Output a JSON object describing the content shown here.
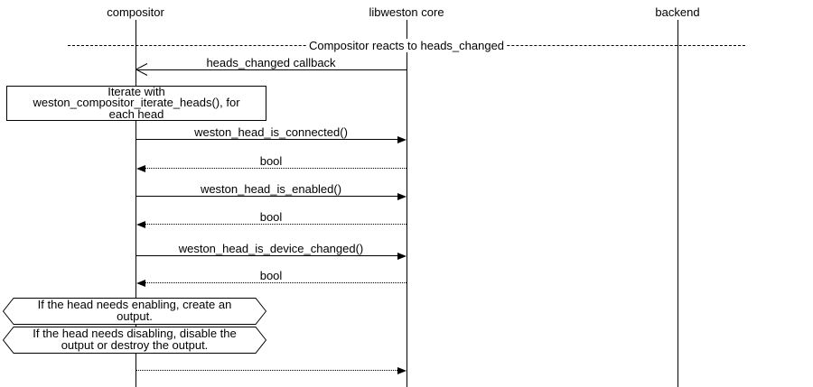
{
  "participants": [
    {
      "label": "compositor"
    },
    {
      "label": "libweston core"
    },
    {
      "label": "backend"
    }
  ],
  "divider": {
    "label": "Compositor reacts to heads_changed"
  },
  "messages": [
    {
      "label": "heads_changed callback",
      "from": "libweston core",
      "to": "compositor",
      "line": "solid",
      "arrowhead": "open"
    },
    {
      "label": "weston_head_is_connected()",
      "from": "compositor",
      "to": "libweston core",
      "line": "solid",
      "arrowhead": "filled"
    },
    {
      "label": "bool",
      "from": "libweston core",
      "to": "compositor",
      "line": "dotted",
      "arrowhead": "filled"
    },
    {
      "label": "weston_head_is_enabled()",
      "from": "compositor",
      "to": "libweston core",
      "line": "solid",
      "arrowhead": "filled"
    },
    {
      "label": "bool",
      "from": "libweston core",
      "to": "compositor",
      "line": "dotted",
      "arrowhead": "filled"
    },
    {
      "label": "weston_head_is_device_changed()",
      "from": "compositor",
      "to": "libweston core",
      "line": "solid",
      "arrowhead": "filled"
    },
    {
      "label": "bool",
      "from": "libweston core",
      "to": "compositor",
      "line": "dotted",
      "arrowhead": "filled"
    },
    {
      "label": "",
      "from": "compositor",
      "to": "libweston core",
      "line": "dotted",
      "arrowhead": "filled"
    }
  ],
  "note": {
    "lines": [
      "Iterate with",
      "weston_compositor_iterate_heads(), for",
      "each head"
    ]
  },
  "conditions": [
    {
      "lines": [
        "If the head needs enabling, create an",
        "output."
      ]
    },
    {
      "lines": [
        "If the head needs disabling, disable the",
        "output or destroy the output."
      ]
    }
  ],
  "colors": {
    "line": "#000000",
    "background": "#ffffff"
  }
}
